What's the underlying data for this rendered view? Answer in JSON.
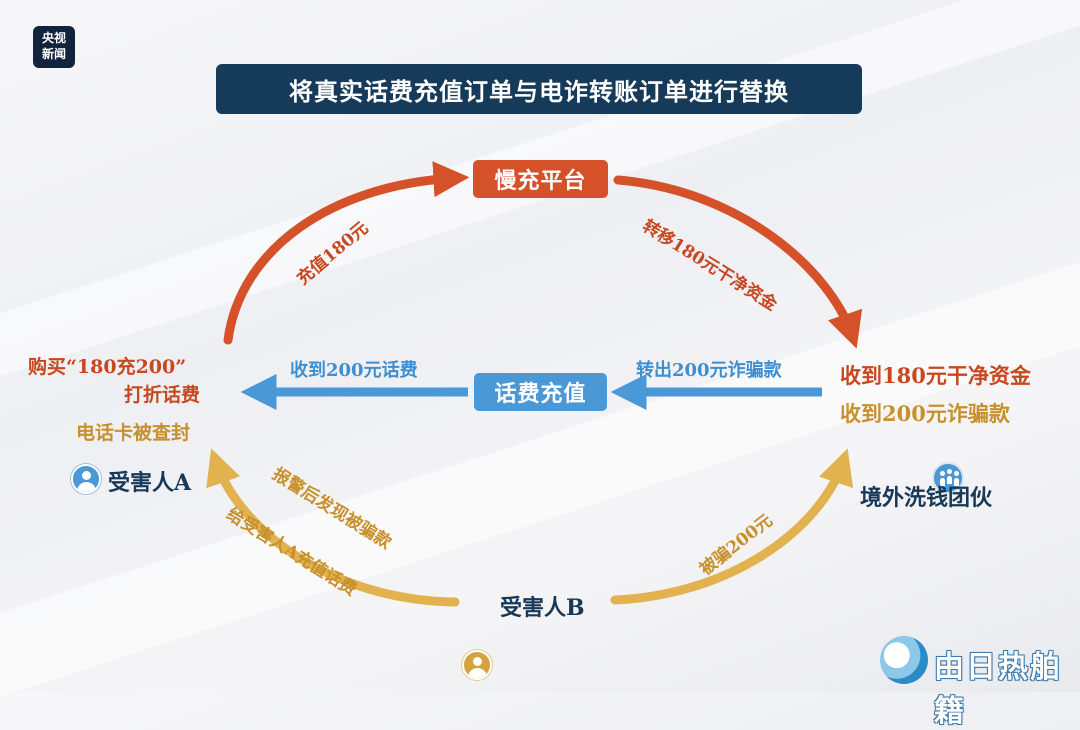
{
  "logo": {
    "line1": "央视",
    "line2": "新闻"
  },
  "title": "将真实话费充值订单与电诈转账订单进行替换",
  "nodes": {
    "slow_platform": "慢充平台",
    "phone_topup": "话费充值",
    "victim_a": "受害人A",
    "victim_b": "受害人B",
    "gang": "境外洗钱团伙"
  },
  "left_texts": {
    "buy_line1": "购买“180充200”",
    "buy_line2": "打折话费",
    "card_blocked": "电话卡被查封"
  },
  "right_texts": {
    "received_clean": "收到180元干净资金",
    "received_fraud": "收到200元诈骗款"
  },
  "edge_labels": {
    "recharge_180": "充值180元",
    "transfer_clean": "转移180元干净资金",
    "receive_credit": "收到200元话费",
    "transfer_out": "转出200元诈骗款",
    "report_found": "报警后发现被骗款",
    "topup_for_a": "给受害人A充值话费",
    "defrauded_200": "被骗200元"
  },
  "watermark": "由日热舶籍",
  "colors": {
    "red": "#d5512a",
    "blue": "#4a98d6",
    "gold": "#e2b24f",
    "navy": "#163a59"
  }
}
